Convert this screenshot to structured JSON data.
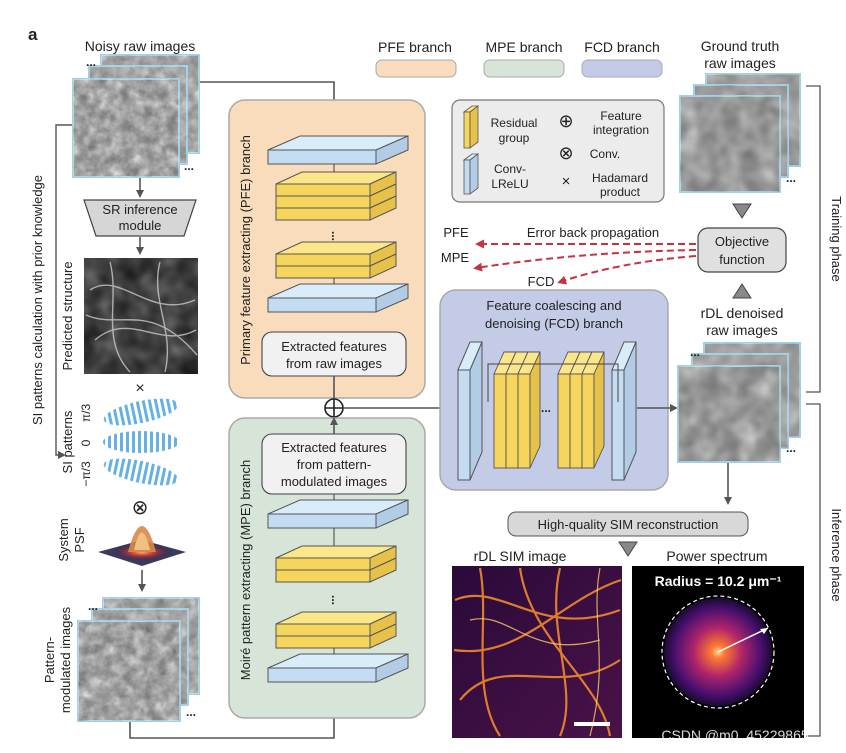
{
  "panel_label": "a",
  "legend": {
    "pfe": "PFE branch",
    "mpe": "MPE branch",
    "fcd": "FCD branch",
    "pfe_color": "#f8dcbc",
    "mpe_color": "#d6e5d8",
    "fcd_color": "#c4cbe6"
  },
  "left": {
    "noisy_raw_images": "Noisy raw images",
    "sr_inference_line1": "SR inference",
    "sr_inference_line2": "module",
    "predicted_structure": "Predicted structure",
    "times_symbol": "×",
    "si_patterns_calc": "SI patterns calculation with prior knowledge",
    "si_patterns": "SI patterns",
    "angle_pos": "π/3",
    "angle_zero": "0",
    "angle_neg": "−π/3",
    "conv_symbol": "⊗",
    "system_psf_line1": "System",
    "system_psf_line2": "PSF",
    "pattern_modulated_line1": "Pattern-",
    "pattern_modulated_line2": "modulated images"
  },
  "pfe_branch": {
    "title": "Primary feature extracting (PFE) branch",
    "extracted_line1": "Extracted features",
    "extracted_line2": "from raw images"
  },
  "mpe_branch": {
    "title": "Moiré pattern extracting (MPE) branch",
    "extracted_line1": "Extracted features",
    "extracted_line2": "from pattern-",
    "extracted_line3": "modulated images"
  },
  "key": {
    "residual_line1": "Residual",
    "residual_line2": "group",
    "conv_line1": "Conv-",
    "conv_line2": "LReLU",
    "feature_integration_line1": "Feature",
    "feature_integration_line2": "integration",
    "conv_label": "Conv.",
    "hadamard_line1": "Hadamard",
    "hadamard_line2": "product",
    "plus_symbol": "⊕",
    "otimes_symbol": "⊗",
    "times_symbol": "×"
  },
  "error_backprop": {
    "label": "Error back propagation",
    "pfe": "PFE",
    "mpe": "MPE",
    "fcd": "FCD"
  },
  "objective": {
    "line1": "Objective",
    "line2": "function"
  },
  "fcd_branch": {
    "title_line1": "Feature coalescing and",
    "title_line2": "denoising (FCD) branch"
  },
  "right": {
    "gt_line1": "Ground truth",
    "gt_line2": "raw images",
    "rdl_line1": "rDL denoised",
    "rdl_line2": "raw images",
    "training_phase": "Training phase",
    "inference_phase": "Inference phase",
    "high_quality": "High-quality SIM reconstruction",
    "rdl_sim_image": "rDL SIM image",
    "power_spectrum": "Power spectrum",
    "radius": "Radius = 10.2 μm⁻¹"
  },
  "watermark": "CSDN @m0_45229865",
  "ellipsis": "..."
}
